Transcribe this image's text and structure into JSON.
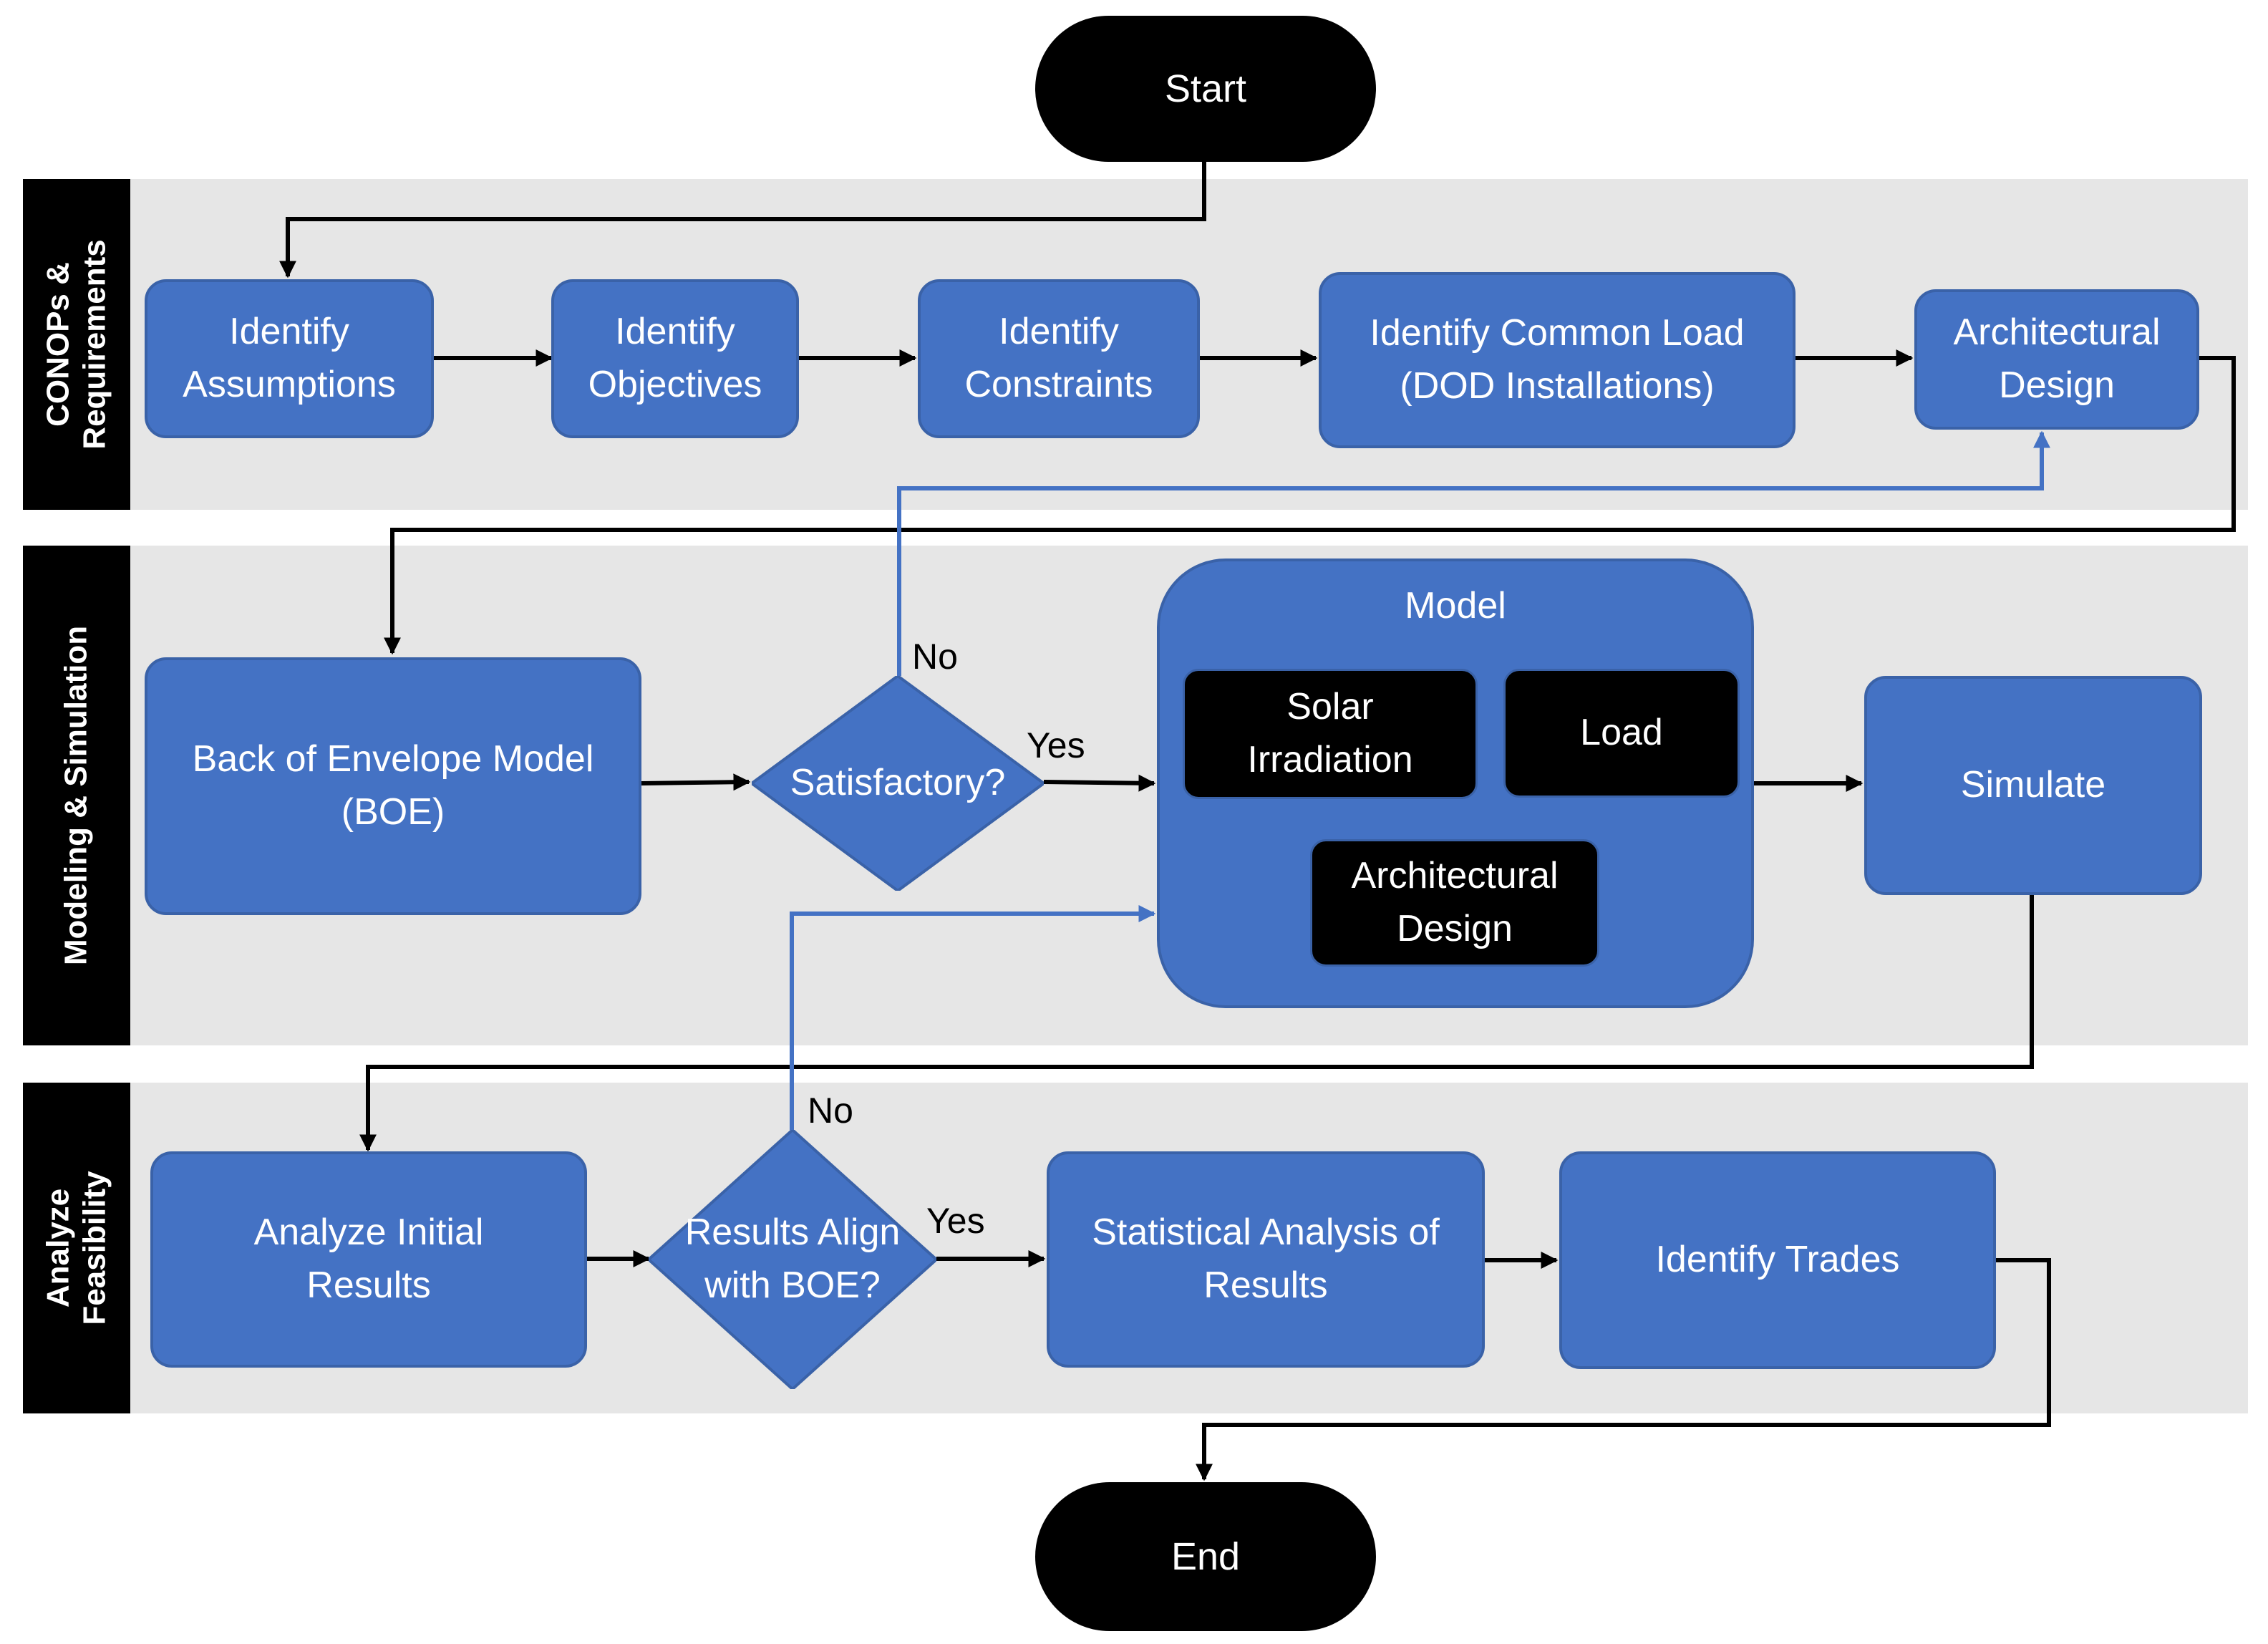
{
  "colors": {
    "lane_background": "#e6e6e6",
    "lane_tab": "#000000",
    "process_fill": "#4472c4",
    "process_border": "#3a62a8",
    "flow_arrow": "#000000",
    "feedback_arrow": "#4472c4"
  },
  "start": {
    "label": "Start"
  },
  "end": {
    "label": "End"
  },
  "lanes": {
    "conops": {
      "label": "CONOPs &\nRequirements"
    },
    "modeling": {
      "label": "Modeling & Simulation"
    },
    "feasibility": {
      "label": "Analyze\nFeasibility"
    }
  },
  "conops_steps": {
    "assumptions": "Identify\nAssumptions",
    "objectives": "Identify\nObjectives",
    "constraints": "Identify\nConstraints",
    "common_load": "Identify Common Load\n(DOD Installations)",
    "architectural_design": "Architectural\nDesign"
  },
  "modeling_steps": {
    "boe": "Back of Envelope Model\n(BOE)",
    "satisfactory": "Satisfactory?",
    "model": {
      "title": "Model",
      "solar": "Solar\nIrradiation",
      "load": "Load",
      "architectural_design": "Architectural\nDesign"
    },
    "simulate": "Simulate"
  },
  "feasibility_steps": {
    "analyze": "Analyze Initial\nResults",
    "align": "Results Align\nwith BOE?",
    "statistical": "Statistical Analysis of\nResults",
    "trades": "Identify Trades"
  },
  "edge_labels": {
    "satisfactory_no": "No",
    "satisfactory_yes": "Yes",
    "align_no": "No",
    "align_yes": "Yes"
  }
}
